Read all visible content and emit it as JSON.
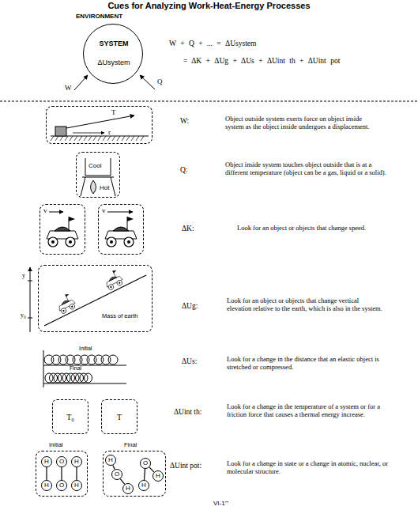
{
  "diagram": {
    "title": "Cues for Analyzing Work-Heat-Energy Processes",
    "nodes": [
      {
        "text": [
          "SYSTEM",
          "ΔUsystem"
        ]
      },
      {
        "text": [
          "T",
          "r"
        ]
      },
      {
        "text": [
          "Cool",
          "Hot"
        ]
      },
      {
        "text": [
          "v"
        ]
      },
      {
        "text": [
          "v"
        ]
      },
      {
        "text": [
          "Mass of earth"
        ]
      },
      {
        "text": [
          "T₀"
        ]
      },
      {
        "text": [
          "T"
        ]
      },
      {
        "text": [
          "Initial"
        ]
      },
      {
        "text": [
          "H"
        ],
        "in": 8
      },
      {
        "text": [
          "H"
        ],
        "in": 8
      },
      {
        "text": [
          "O"
        ],
        "in": 8
      },
      {
        "text": [
          "O"
        ],
        "in": 8
      },
      {
        "text": [
          "H"
        ],
        "in": 8
      },
      {
        "text": [
          "H"
        ],
        "in": 8
      },
      {
        "text": [
          "Final"
        ]
      },
      {
        "text": [
          "O"
        ],
        "in": 15
      },
      {
        "text": [
          "H"
        ],
        "in": 15
      },
      {
        "text": [
          "H"
        ],
        "in": 15
      },
      {
        "text": [
          "O"
        ],
        "in": 15
      },
      {
        "text": [
          "H"
        ],
        "in": 15
      },
      {
        "text": [
          "H"
        ],
        "in": 15
      }
    ],
    "edges": [
      {
        "from": 9,
        "to": 10,
        "arrow": "none"
      },
      {
        "from": 11,
        "to": 12,
        "arrow": "none"
      },
      {
        "from": 13,
        "to": 14,
        "arrow": "none"
      },
      {
        "from": 16,
        "to": 17,
        "arrow": "none"
      },
      {
        "from": 16,
        "to": 18,
        "arrow": "none"
      },
      {
        "from": 19,
        "to": 20,
        "arrow": "none"
      },
      {
        "from": 19,
        "to": 21,
        "arrow": "none"
      }
    ],
    "labels": [
      "ENVIRONMENT",
      "W",
      "Q",
      "W + Q + ... = ΔUsystem",
      "= ΔK + ΔUg + ΔUs + ΔUint th + ΔUint pot",
      "W:",
      "Object outside system exerts force on object inside system as the object inside undergoes a displacement.",
      "Q:",
      "Object inside system touches object outside that is at a different temperature (object can be a gas, liquid or a solid).",
      "ΔK:",
      "Look for an object or objects that change speed.",
      "y",
      "y₀",
      "ΔUg:",
      "Look for an object or objects that change vertical elevation relative to the earth, which is also in the system.",
      "Initial",
      "Final",
      "ΔUs:",
      "Look for a change in the distance that an elastic object is stretched or compressed.",
      "ΔUint th:",
      "Look for a change in the temperature of a system or for a friction force that causes a thermal energy increase.",
      "ΔUint pot:",
      "Look for a change in state or a change in atomic, nuclear, or molecular structure.",
      "VI-1'''"
    ]
  }
}
